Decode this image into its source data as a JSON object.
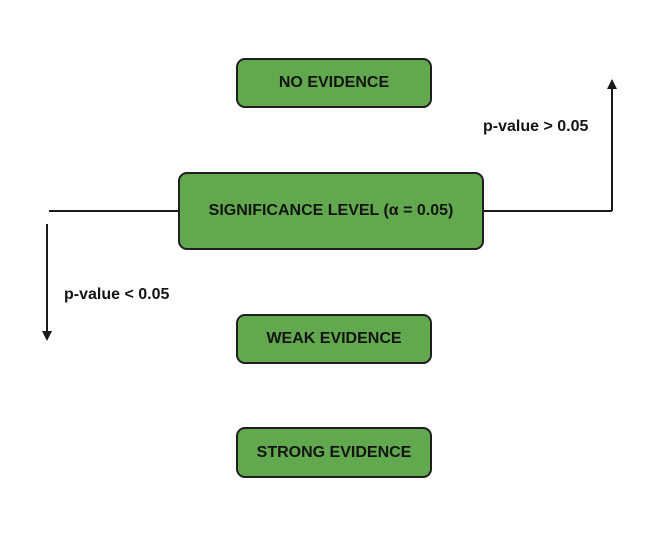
{
  "diagram": {
    "nodes": {
      "no_evidence": "NO EVIDENCE",
      "significance_level": "SIGNIFICANCE LEVEL (α = 0.05)",
      "weak_evidence": "WEAK EVIDENCE",
      "strong_evidence": "STRONG EVIDENCE"
    },
    "edges": {
      "greater": "p-value > 0.05",
      "less": "p-value < 0.05"
    },
    "colors": {
      "box_fill": "#62a84e",
      "box_border": "#1f1f1f",
      "line": "#1a1a1a"
    }
  }
}
